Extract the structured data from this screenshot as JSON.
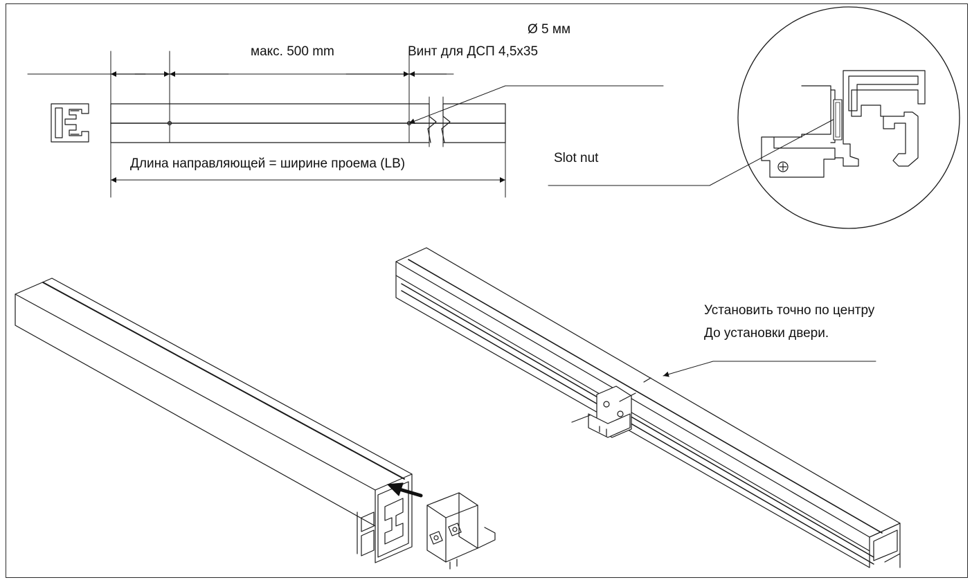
{
  "labels": {
    "diameter": "Ø 5 мм",
    "max_spacing": "макс. 500 mm",
    "screw": "Винт для ДСП 4,5x35",
    "rail_length": "Длина направляющей = ширине проема (LB)",
    "slot_nut": "Slot nut",
    "center_line1": "Установить точно по центру",
    "center_line2": "До установки двери."
  }
}
